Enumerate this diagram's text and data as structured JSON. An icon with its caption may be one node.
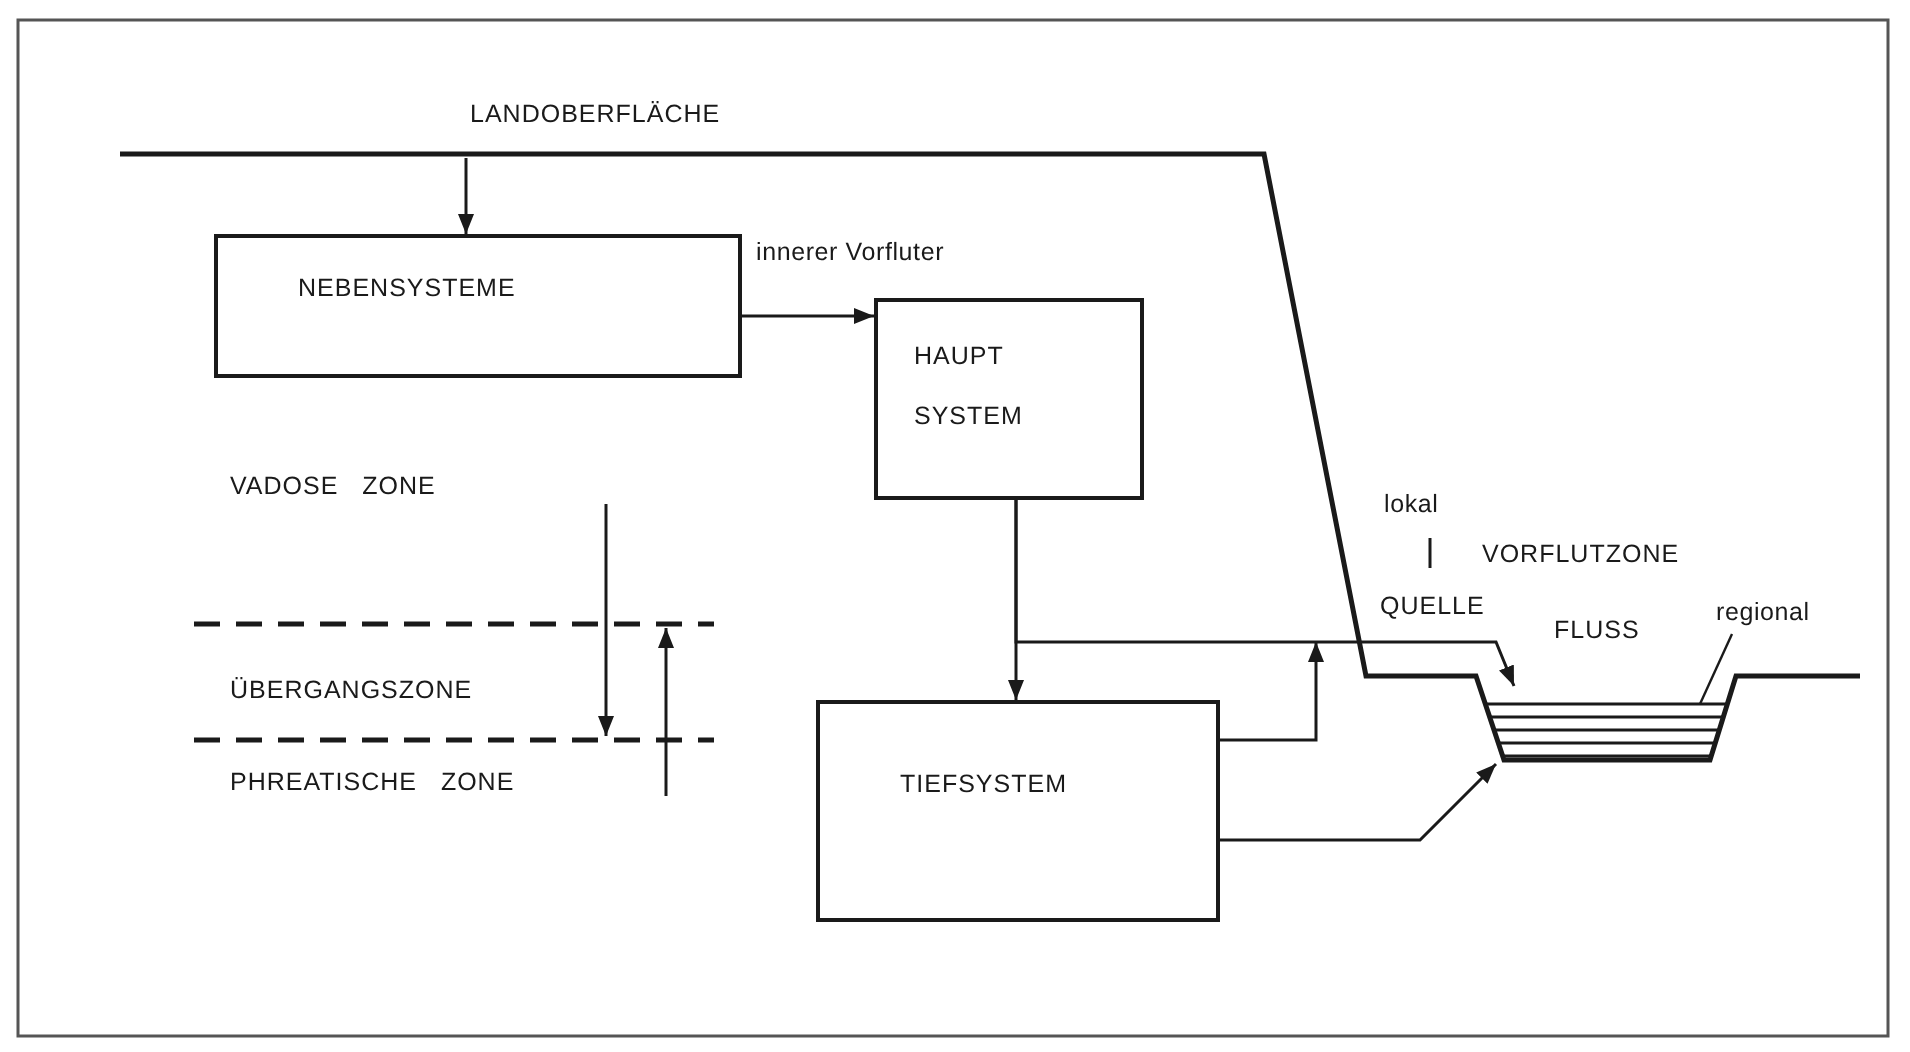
{
  "diagram": {
    "nodes": [
      {
        "text": [
          "NEBENSYSTEME"
        ]
      },
      {
        "text": [
          "HAUPT SYSTEM"
        ]
      },
      {
        "text": [
          "TIEFSYSTEM"
        ]
      },
      {
        "text": [],
        "shape": "picture"
      },
      {
        "text": [
          "regional"
        ]
      }
    ],
    "edges": [
      {
        "from": null,
        "to": 0,
        "arrow": "to"
      },
      {
        "from": 0,
        "to": 1,
        "arrow": "to"
      },
      {
        "from": 1,
        "to": 2,
        "arrow": "to"
      },
      {
        "from": 1,
        "to": 3,
        "arrow": "to"
      },
      {
        "from": 2,
        "to": 3,
        "arrow": "to"
      },
      {
        "from": 2,
        "to": 3,
        "arrow": "to"
      },
      {
        "from": 4,
        "to": 3,
        "arrow": "none"
      }
    ],
    "labels": [
      "LANDOBERFLÄCHE",
      "innerer Vorfluter",
      "VADOSE ZONE",
      "ÜBERGANGSZONE",
      "PHREATISCHE ZONE",
      "lokal",
      "VORFLUTZONE",
      "QUELLE",
      "FLUSS"
    ]
  }
}
